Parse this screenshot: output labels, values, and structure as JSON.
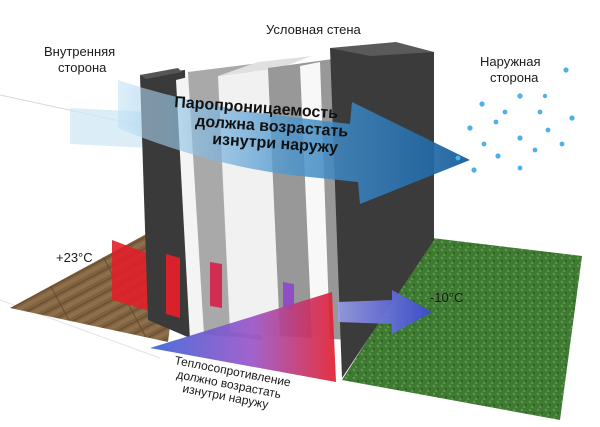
{
  "labels": {
    "wall_title": "Условная стена",
    "inside_line1": "Внутренняя",
    "inside_line2": "сторона",
    "outside_line1": "Наружная",
    "outside_line2": "сторона",
    "vapor_line1": "Паропроницаемость",
    "vapor_line2": "должна возрастать",
    "vapor_line3": "изнутри наружу",
    "heat_line1": "Теплосопротивление",
    "heat_line2": "должно возрастать",
    "heat_line3": "изнутри наружу",
    "temp_inside": "+23°C",
    "temp_outside": "-10°C"
  },
  "colors": {
    "vapor_arrow": "#1f6fb0",
    "vapor_light": "#cfe8f5",
    "heat_red": "#e0202a",
    "heat_blue": "#4a55e0",
    "wall_dark": "#3a3a3a",
    "wall_light": "#f4f4f4",
    "grass": "#3f7a33",
    "wood": "#8a6a45",
    "droplet": "#4fb0e6"
  },
  "icons": {
    "droplets": "water-droplets-icon",
    "vapor_arrow": "vapor-arrow-icon",
    "heat_arrow": "heat-arrow-icon"
  }
}
